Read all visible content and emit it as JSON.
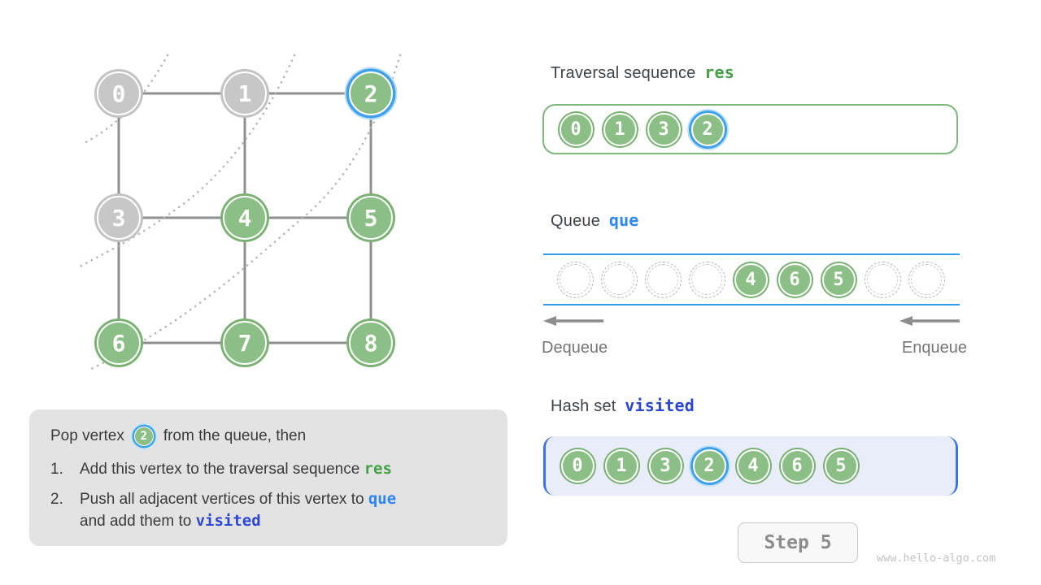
{
  "graph": {
    "nodes": [
      {
        "label": "0",
        "state": "gray"
      },
      {
        "label": "1",
        "state": "gray"
      },
      {
        "label": "2",
        "state": "current"
      },
      {
        "label": "3",
        "state": "gray"
      },
      {
        "label": "4",
        "state": "visited"
      },
      {
        "label": "5",
        "state": "visited"
      },
      {
        "label": "6",
        "state": "visited"
      },
      {
        "label": "7",
        "state": "visited"
      },
      {
        "label": "8",
        "state": "visited"
      }
    ]
  },
  "sections": {
    "traversal": {
      "title": "Traversal sequence",
      "code": "res",
      "items": [
        "0",
        "1",
        "3",
        "2"
      ],
      "highlight": "2"
    },
    "queue": {
      "title": "Queue",
      "code": "que",
      "slots": [
        null,
        null,
        null,
        null,
        "4",
        "6",
        "5",
        null,
        null
      ],
      "dequeue_label": "Dequeue",
      "enqueue_label": "Enqueue"
    },
    "hashset": {
      "title": "Hash set",
      "code": "visited",
      "items": [
        "0",
        "1",
        "3",
        "2",
        "4",
        "6",
        "5"
      ],
      "highlight": "2"
    }
  },
  "explanation": {
    "line1_pre": "Pop vertex",
    "line1_vertex": "2",
    "line1_post": "from the queue, then",
    "items": [
      {
        "num": "1.",
        "text": "Add this vertex to the traversal sequence",
        "code": "res",
        "code_class": "green"
      },
      {
        "num": "2.",
        "text": "Push all adjacent vertices of this vertex to",
        "code": "que",
        "code_class": "blue",
        "text2": "and add them to",
        "code2": "visited",
        "code2_class": "indigo"
      }
    ]
  },
  "footer": {
    "step_label": "Step 5",
    "watermark": "www.hello-algo.com"
  },
  "colors": {
    "accent_green": "#43A047",
    "accent_blue": "#2E86F0",
    "accent_indigo": "#2B46D0",
    "node_green": "#8CBF86",
    "node_gray": "#C7C7C7",
    "highlight_ring": "#3FA0EC",
    "queue_line": "#2D9BF0",
    "panel_gray": "#E3E3E3",
    "hashset_bg": "#E9EDFA"
  }
}
